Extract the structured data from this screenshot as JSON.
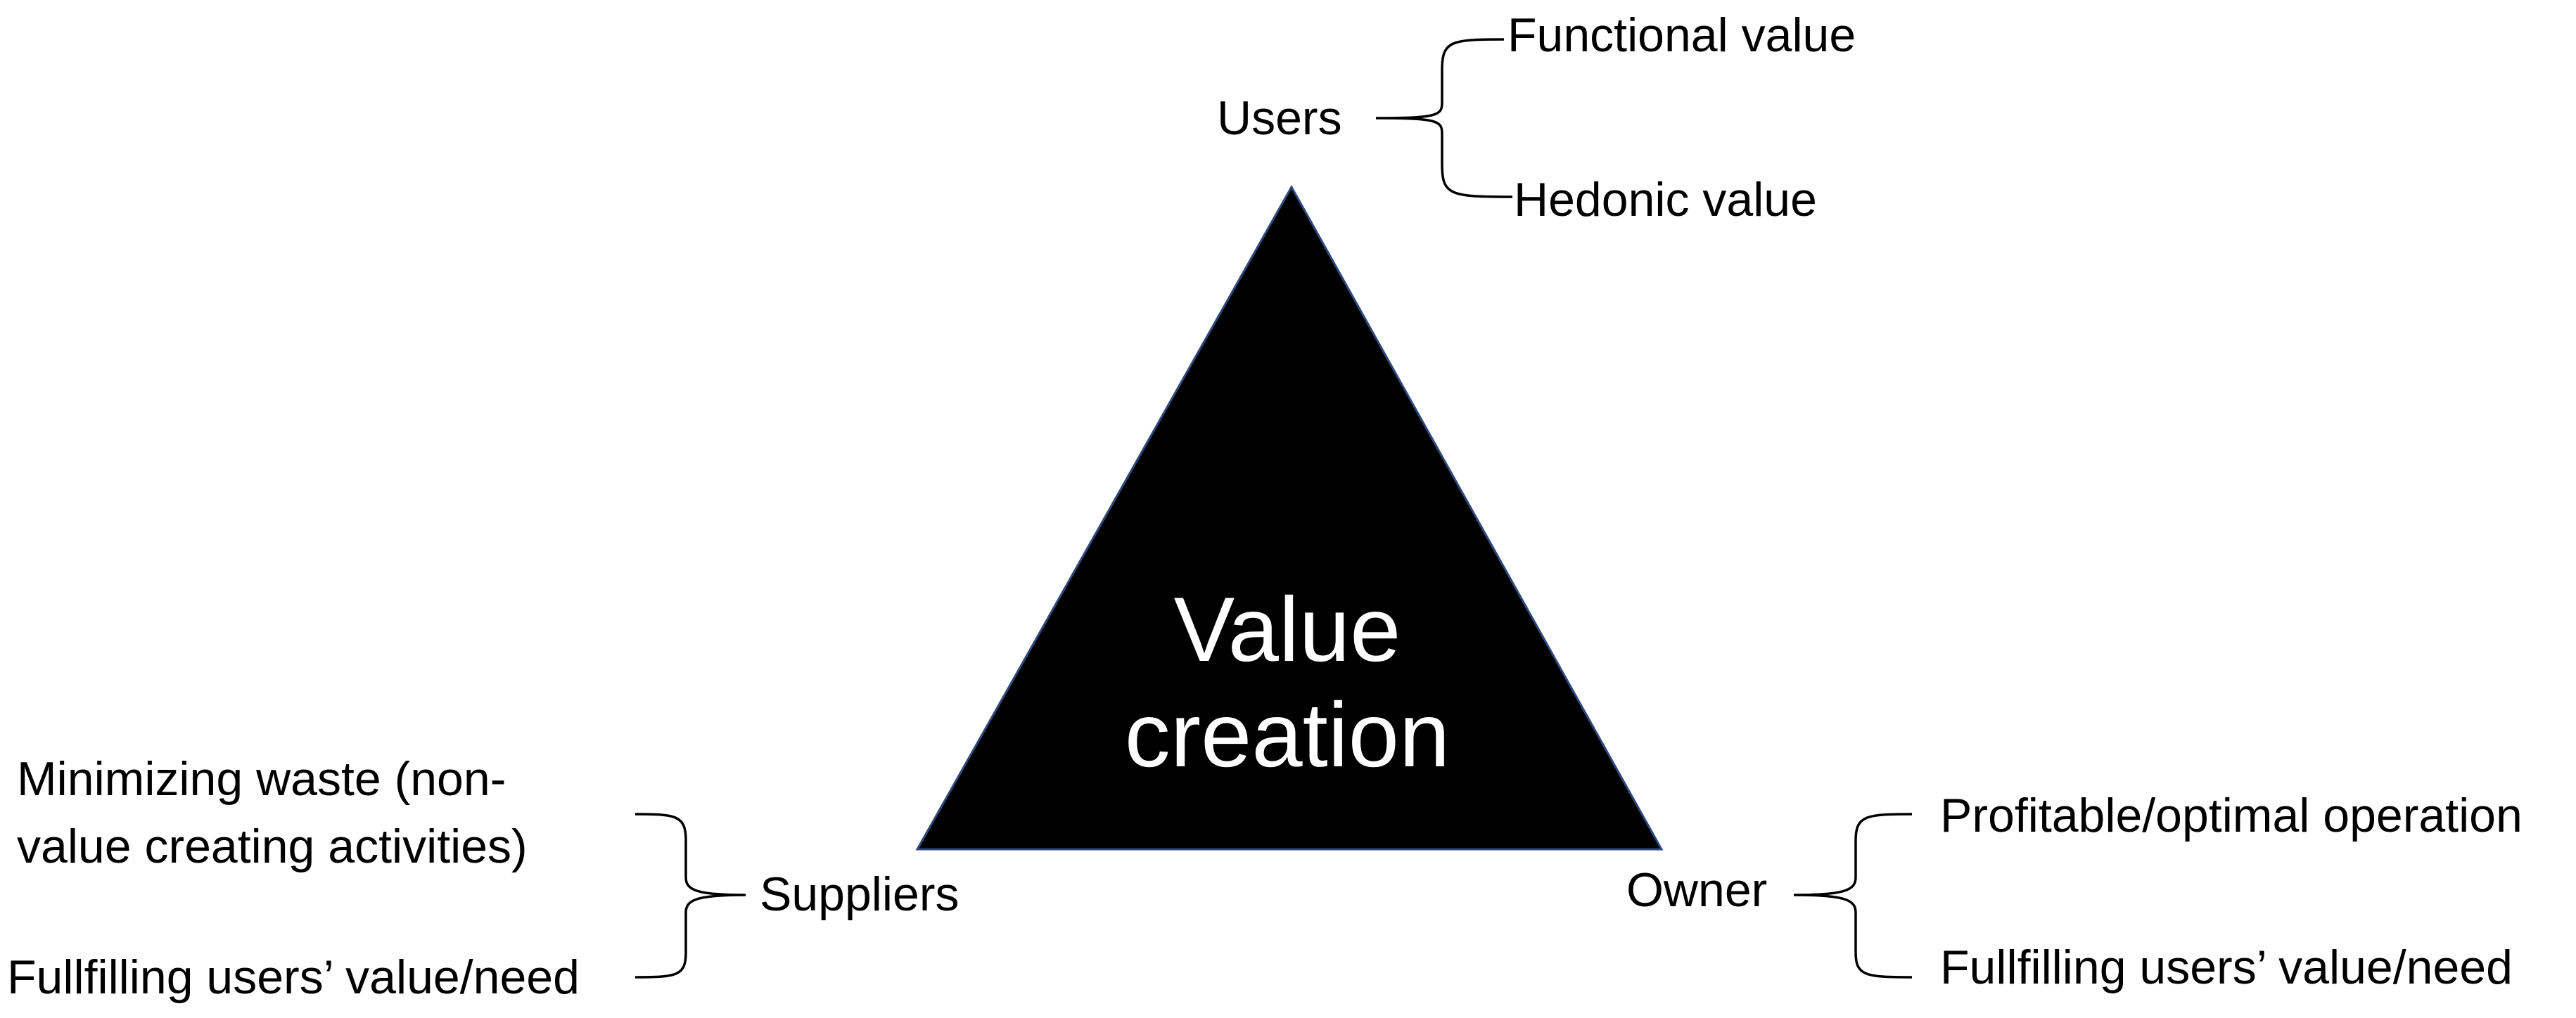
{
  "diagram": {
    "center": {
      "line1": "Value",
      "line2": "creation"
    },
    "stakeholders": {
      "users": {
        "label": "Users",
        "items": [
          "Functional value",
          "Hedonic value"
        ]
      },
      "suppliers": {
        "label": "Suppliers",
        "items": [
          "Minimizing waste (non-\nvalue creating activities)",
          "Fullfilling users’ value/need"
        ]
      },
      "owner": {
        "label": "Owner",
        "items": [
          "Profitable/optimal operation",
          "Fullfilling users’ value/need"
        ]
      }
    },
    "colors": {
      "triangle_fill": "#000000",
      "triangle_edge": "#2f4a7a",
      "center_text": "#ffffff",
      "text": "#000000"
    }
  }
}
